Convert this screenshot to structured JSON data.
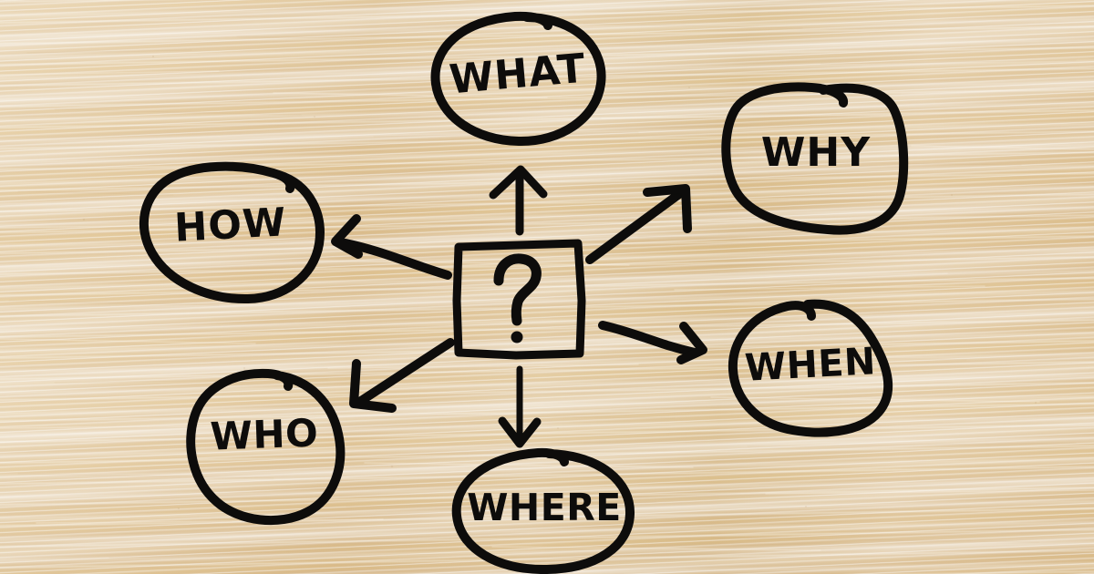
{
  "scene": {
    "title": "Five Ws and How question diagram",
    "surface": "wood-grain board",
    "ink_color": "#0d0c0b",
    "wood_color": "#ead9bd",
    "wood_highlight": "#f4ead9"
  },
  "center": {
    "label": "?",
    "shape": "hand-drawn square",
    "name": "question-box"
  },
  "nodes": [
    {
      "id": "what",
      "label": "WHAT",
      "shape": "ellipse",
      "position": "top"
    },
    {
      "id": "why",
      "label": "WHY",
      "shape": "rounded-blob",
      "position": "top-right"
    },
    {
      "id": "when",
      "label": "WHEN",
      "shape": "blob",
      "position": "right"
    },
    {
      "id": "where",
      "label": "WHERE",
      "shape": "ellipse",
      "position": "bottom"
    },
    {
      "id": "who",
      "label": "WHO",
      "shape": "circle-blob",
      "position": "bottom-left"
    },
    {
      "id": "how",
      "label": "HOW",
      "shape": "ellipse",
      "position": "left"
    }
  ],
  "arrows": [
    {
      "id": "arrow-up",
      "from": "question-box",
      "to": "what",
      "direction": "up"
    },
    {
      "id": "arrow-up-right",
      "from": "question-box",
      "to": "why",
      "direction": "up-right"
    },
    {
      "id": "arrow-right-down",
      "from": "question-box",
      "to": "when",
      "direction": "right-down"
    },
    {
      "id": "arrow-down",
      "from": "question-box",
      "to": "where",
      "direction": "down"
    },
    {
      "id": "arrow-down-left",
      "from": "question-box",
      "to": "who",
      "direction": "down-left"
    },
    {
      "id": "arrow-left",
      "from": "question-box",
      "to": "how",
      "direction": "left"
    }
  ]
}
